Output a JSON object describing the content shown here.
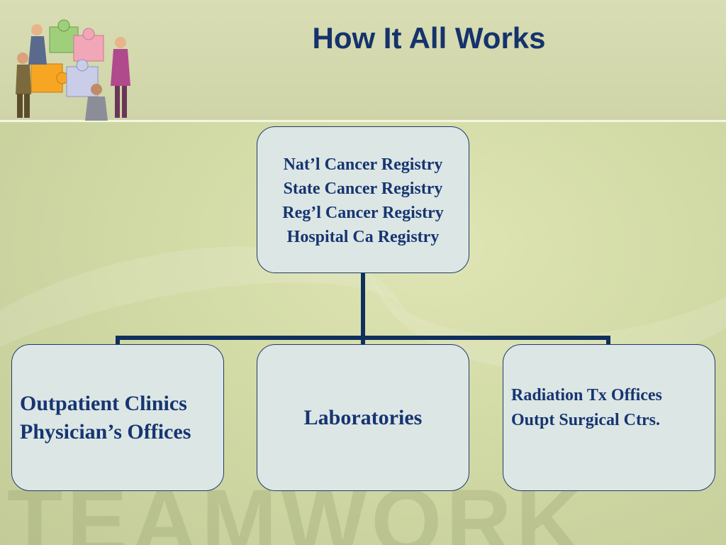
{
  "slide": {
    "title": "How It All Works",
    "watermark": "TEAMWORK",
    "icons": {
      "header_art": "puzzle-teamwork-icon"
    },
    "colors": {
      "title": "#15336b",
      "box_fill": "#dce6e4",
      "box_border": "#1d3a6a",
      "connector": "#0f2f5c"
    }
  },
  "org_chart": {
    "top": {
      "lines": [
        "Nat’l Cancer Registry",
        "State Cancer Registry",
        "Reg’l Cancer Registry",
        "Hospital Ca Registry"
      ]
    },
    "children": [
      {
        "lines": [
          "Outpatient Clinics",
          "Physician’s Offices"
        ]
      },
      {
        "lines": [
          "Laboratories"
        ]
      },
      {
        "lines": [
          "Radiation Tx Offices",
          "Outpt Surgical Ctrs."
        ]
      }
    ]
  }
}
